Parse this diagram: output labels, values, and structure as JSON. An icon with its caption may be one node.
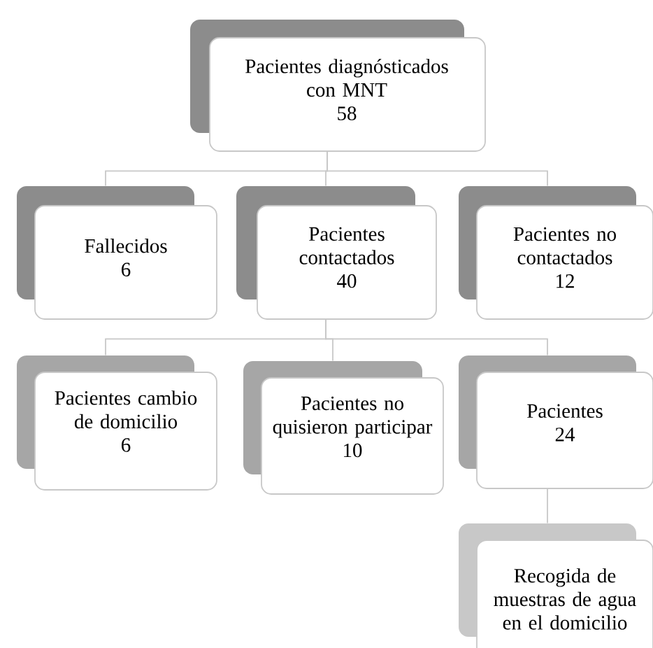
{
  "diagram": {
    "nodes": [
      {
        "text": [
          "Pacientes diagnósticados con MNT",
          "58"
        ]
      },
      {
        "text": [
          "Fallecidos",
          "6"
        ]
      },
      {
        "text": [
          "Pacientes contactados",
          "40"
        ]
      },
      {
        "text": [
          "Pacientes no contactados",
          "12"
        ]
      },
      {
        "text": [
          "Pacientes cambio de domicilio",
          "6"
        ]
      },
      {
        "text": [
          "Pacientes no quisieron participar",
          "10"
        ]
      },
      {
        "text": [
          "Pacientes",
          "24"
        ]
      },
      {
        "text": [
          "Recogida de muestras de agua en el domicilio"
        ]
      }
    ],
    "edges": [
      {
        "from": 0,
        "to": 1,
        "arrow": "none"
      },
      {
        "from": 0,
        "to": 2,
        "arrow": "none"
      },
      {
        "from": 0,
        "to": 3,
        "arrow": "none"
      },
      {
        "from": 2,
        "to": 4,
        "arrow": "none"
      },
      {
        "from": 2,
        "to": 5,
        "arrow": "none"
      },
      {
        "from": 2,
        "to": 6,
        "arrow": "none"
      },
      {
        "from": 6,
        "to": 7,
        "arrow": "none"
      }
    ]
  }
}
